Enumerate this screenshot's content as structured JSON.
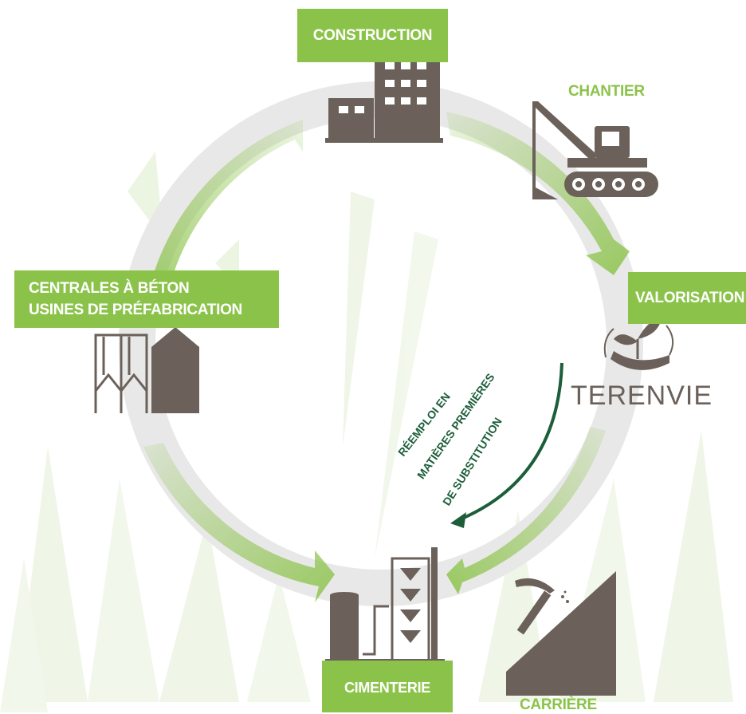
{
  "labels": {
    "construction": "CONSTRUCTION",
    "chantier": "CHANTIER",
    "valorisation": "VALORISATION",
    "centrales_line1": "CENTRALES À BÉTON",
    "centrales_line2": "USINES DE PRÉFABRICATION",
    "cimenterie": "CIMENTERIE",
    "carriere": "CARRIÈRE"
  },
  "brand": {
    "name": "TERENVIE"
  },
  "reuse_arrow": {
    "line1": "RÉEMPLOI EN",
    "line2": "MATIÈRES PREMIÈRES",
    "line3": "DE SUBSTITUTION"
  },
  "colors": {
    "accent_green": "#8bc34a",
    "ring_gray": "#e8e8e8",
    "icon_brown": "#6b615a",
    "dark_green": "#1d5e3a"
  },
  "icons": [
    "building-icon",
    "excavator-icon",
    "plant-recycle-icon",
    "silo-icon",
    "cement-plant-icon",
    "quarry-pickaxe-icon"
  ]
}
